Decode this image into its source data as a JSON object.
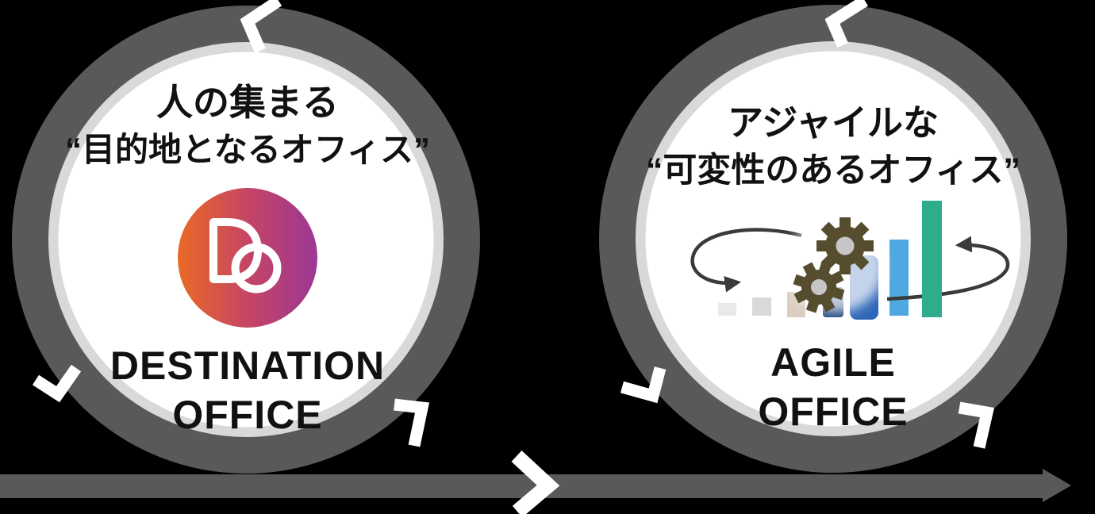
{
  "left_cycle": {
    "tagline": [
      "人の集まる",
      "“目的地となるオフィス”"
    ],
    "name": [
      "DESTINATION",
      "OFFICE"
    ],
    "logo_colors": {
      "start": "#EA6A25",
      "mid": "#C44467",
      "end": "#9C3794"
    }
  },
  "right_cycle": {
    "tagline": [
      "アジャイルな",
      "“可変性のあるオフィス”"
    ],
    "name": [
      "AGILE",
      "OFFICE"
    ]
  },
  "icon_colors": {
    "gear": "#564D2E",
    "gear_hole": "#C6C6C6",
    "cycle_arrow": "#3A3A3A",
    "bars": [
      "#E9E9E9",
      "#D9D9D9",
      "#DBCEBF",
      "#17407D",
      "#2F67B8",
      "#4FA8E0",
      "#2EAD8E"
    ]
  },
  "frame_colors": {
    "ring_dark": "#595959",
    "ring_light": "#D9D9D9",
    "ring_fill": "#FFFFFF",
    "arrow": "#595959",
    "break_mark": "#FFFFFF",
    "background": "#000000",
    "text": "#111111"
  }
}
